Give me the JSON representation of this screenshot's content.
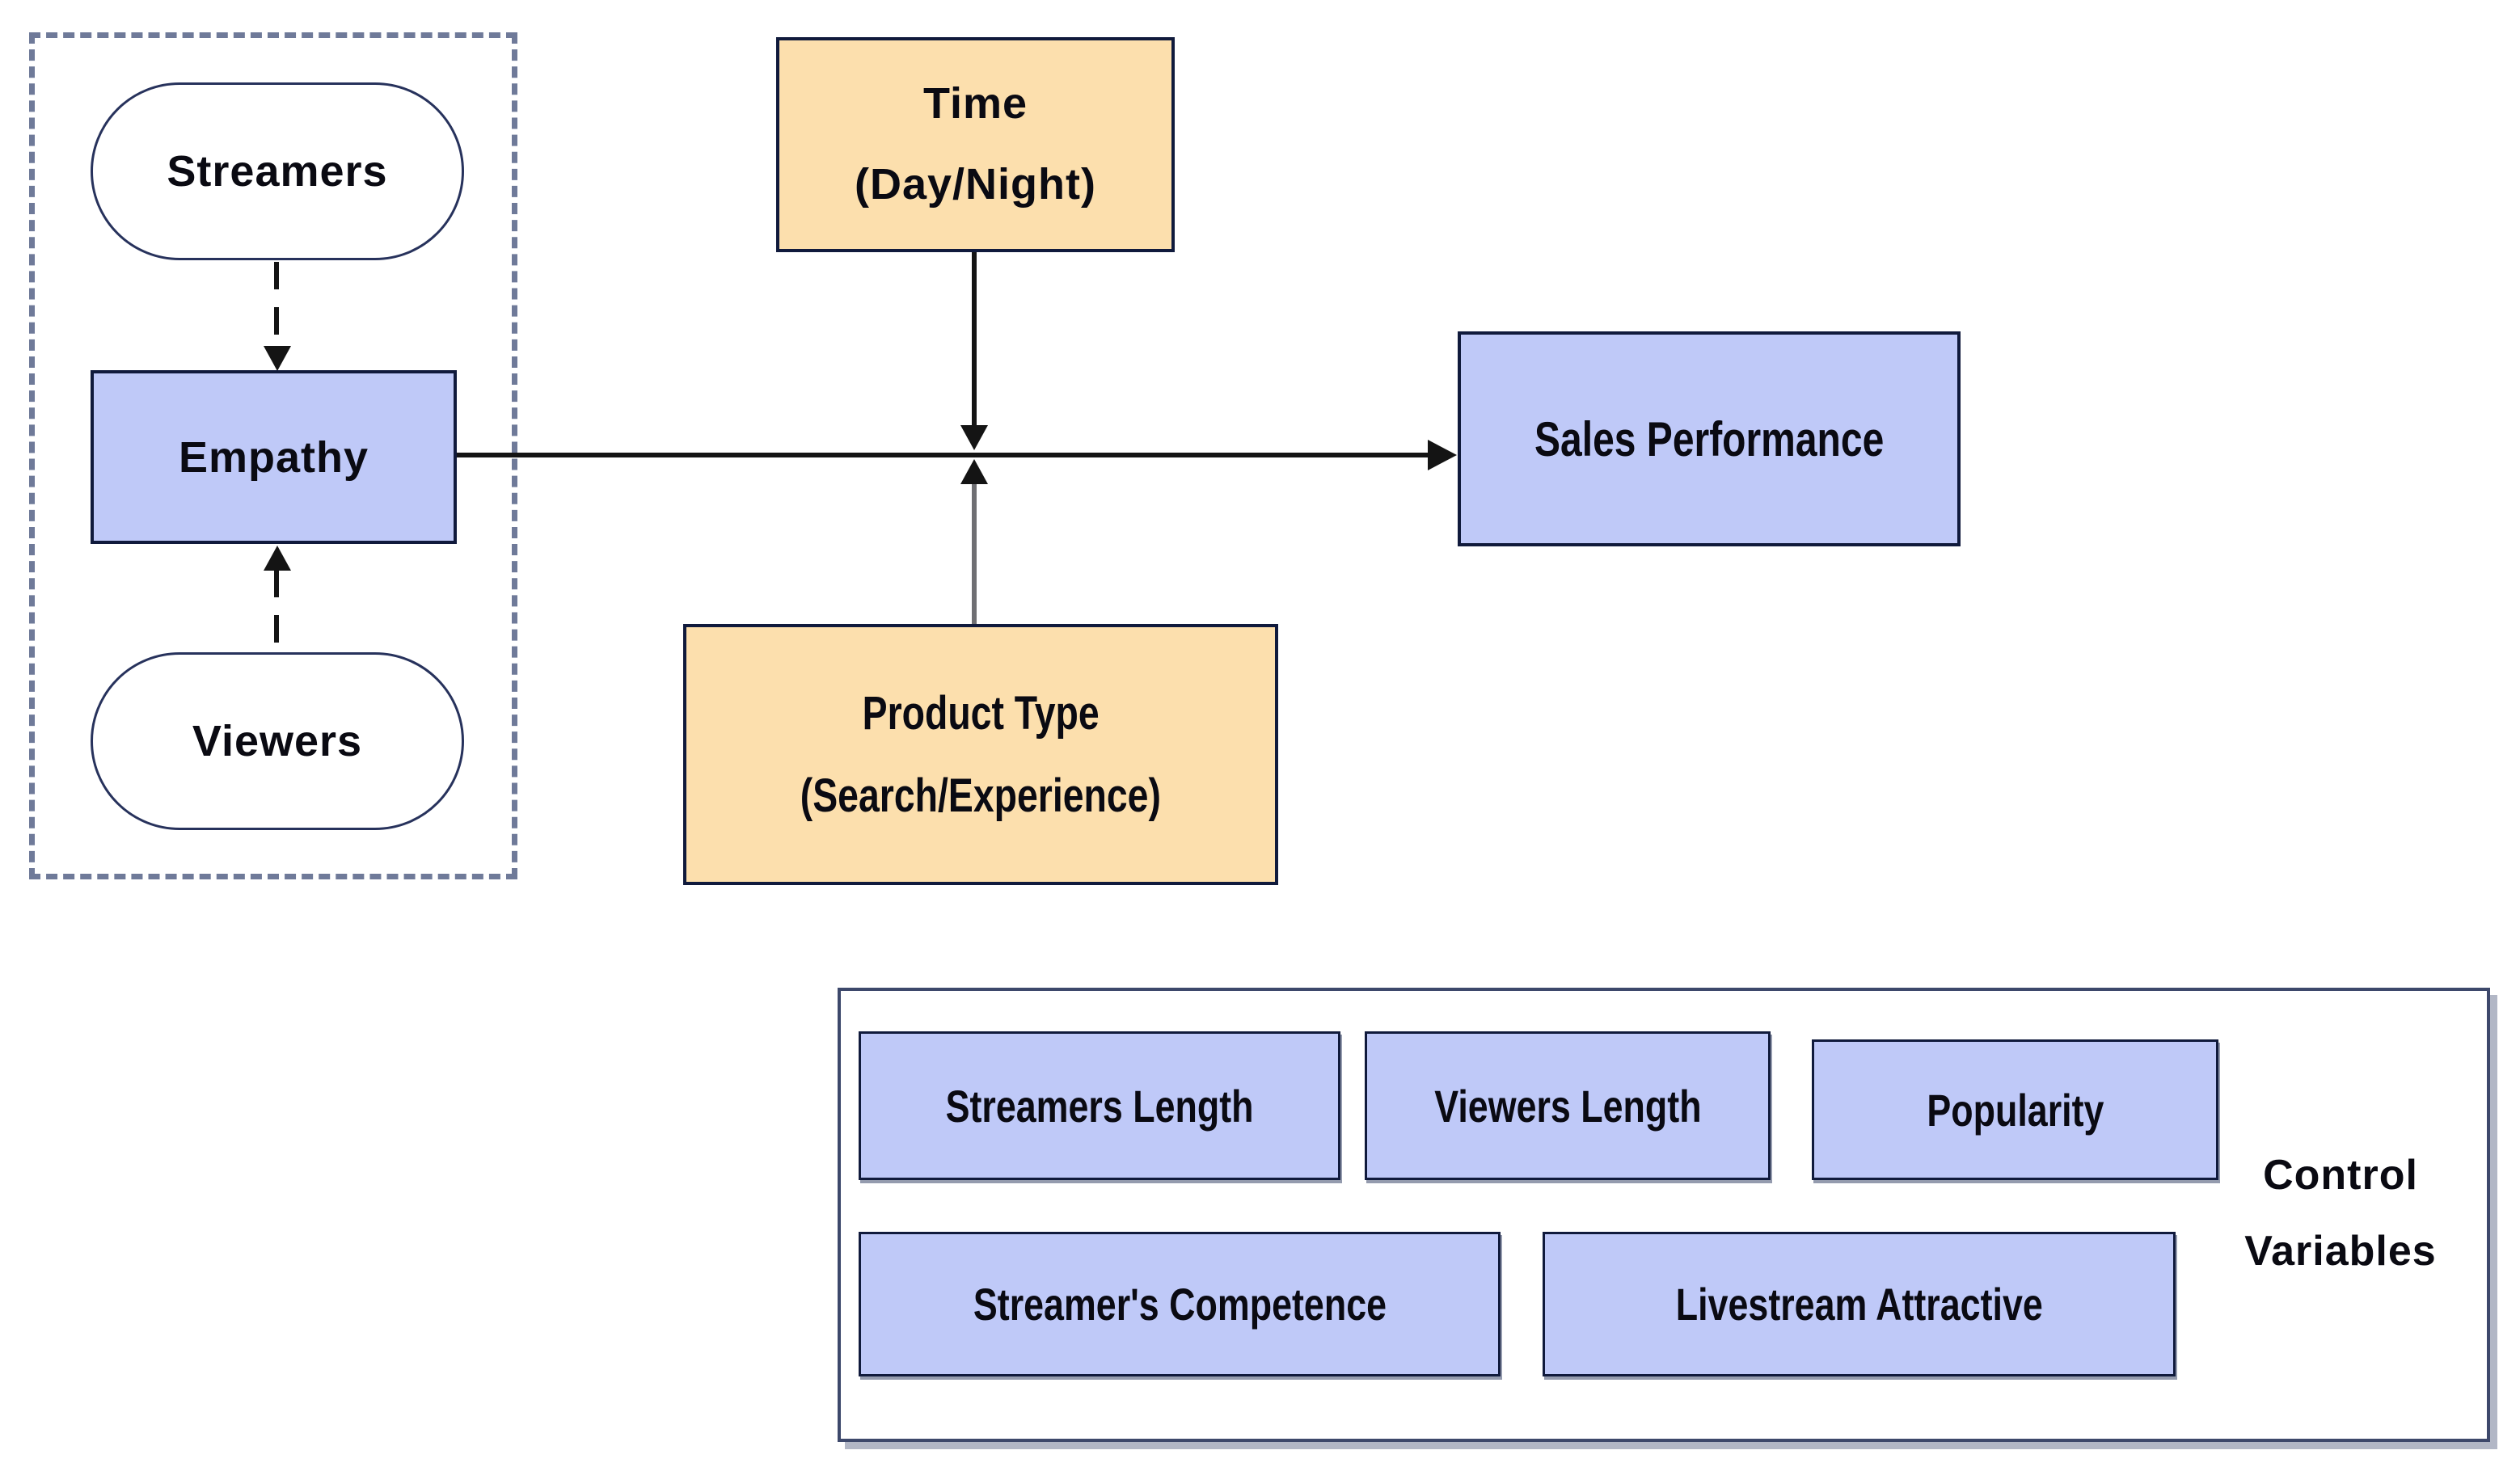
{
  "colors": {
    "box-blue": "#bfc9f8",
    "box-orange": "#fcdfad",
    "border-navy": "#101a3c",
    "node-border": "#27325c",
    "dash-frame": "#6f7a99",
    "control-frame-border": "#3d486b",
    "control-frame-shadow": "#b2b7c6",
    "arrow-black": "#141414",
    "arrow-gray": "#6f6f73",
    "text": "#0a0a12"
  },
  "nodes": {
    "streamers": {
      "label": "Streamers"
    },
    "viewers": {
      "label": "Viewers"
    },
    "empathy": {
      "label": "Empathy"
    },
    "time": {
      "line1": "Time",
      "line2": "(Day/Night)"
    },
    "product_type": {
      "line1": "Product Type",
      "line2": "(Search/Experience)"
    },
    "sales": {
      "label": "Sales Performance"
    }
  },
  "controls": {
    "title_line1": "Control",
    "title_line2": "Variables",
    "items": [
      {
        "label": "Streamers Length"
      },
      {
        "label": "Viewers Length"
      },
      {
        "label": "Popularity"
      },
      {
        "label": "Streamer's Competence"
      },
      {
        "label": "Livestream Attractive"
      }
    ]
  }
}
